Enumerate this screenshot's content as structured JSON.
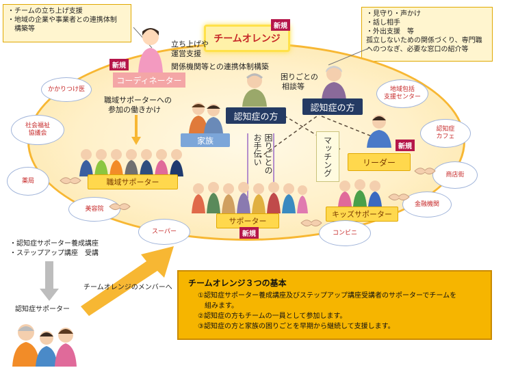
{
  "top_left_note": [
    "・チームの立ち上げ支援",
    "・地域の企業や事業者との連携体制",
    "　構築等"
  ],
  "top_right_note": [
    "・見守り・声かけ",
    "・話し相手",
    "・外出支援　等",
    "孤立しないための関係づくり、専門職",
    "へのつなぎ、必要な窓口の紹介等"
  ],
  "title": "チームオレンジ",
  "new_label": "新規",
  "coordinator": "コーディネーター",
  "coordinator_roles": [
    "立ち上げや",
    "運営支援",
    "関係機関等との連携体制構築"
  ],
  "consult": [
    "困りごとの",
    "相談等"
  ],
  "person_with_dementia": "認知症の方",
  "family": "家族",
  "call_to_workplace": [
    "職域サポーターへの",
    "参加の働きかけ"
  ],
  "workplace_supporter": "職域サポーター",
  "help_text": [
    "困りごとの",
    "お手伝い"
  ],
  "matching": "マッチング",
  "leader": "リーダー",
  "supporter": "サポーター",
  "kids_supporter": "キッズサポーター",
  "bubbles": {
    "doctor": "かかりつけ医",
    "welfare": [
      "社会福祉",
      "協議会"
    ],
    "pharmacy": "薬局",
    "salon": "美容院",
    "supermarket": "スーパー",
    "center": [
      "地域包括",
      "支援センター"
    ],
    "cafe": [
      "認知症",
      "カフェ"
    ],
    "shopping": "商店街",
    "bank": "金融機関",
    "convenience": "コンビニ"
  },
  "left_courses": [
    "・認知症サポーター養成講座",
    "・ステップアップ講座　受講"
  ],
  "member_arrow_text": "チームオレンジのメンバーへ",
  "dementia_supporter": "認知症サポーター",
  "basics": {
    "title": "チームオレンジ３つの基本",
    "items": [
      "①認知症サポーター養成講座及びステップアップ講座受講者のサポーターでチームを",
      "　組みます。",
      "②認知症の方もチームの一員として参加します。",
      "③認知症の方と家族の困りごとを早期から継続して支援します。"
    ]
  },
  "colors": {
    "orange": "#f7b733",
    "navy": "#243a63",
    "pink": "#f4a6a6",
    "magenta": "#b5164a"
  }
}
